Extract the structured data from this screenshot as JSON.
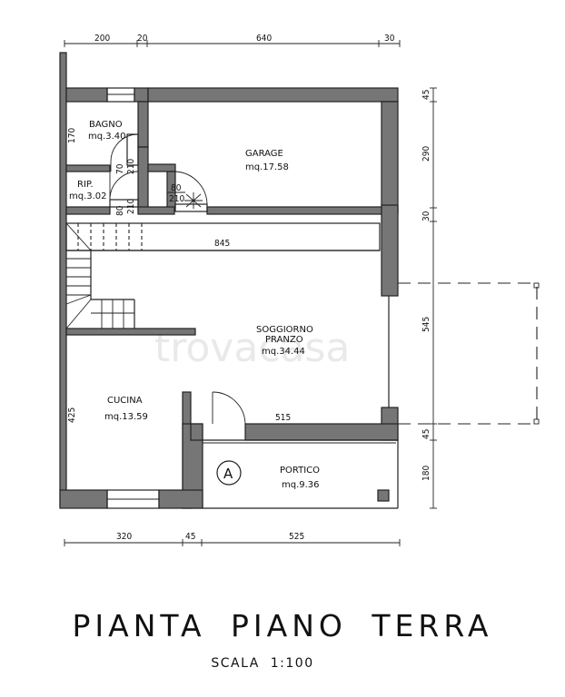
{
  "rooms": {
    "bagno": {
      "name": "BAGNO",
      "area": "mq.3.40"
    },
    "rip": {
      "name": "RIP.",
      "area": "mq.3.02"
    },
    "garage": {
      "name": "GARAGE",
      "area": "mq.17.58"
    },
    "soggiorno": {
      "name": "SOGGIORNO",
      "name2": "PRANZO",
      "area": "mq.34.44"
    },
    "cucina": {
      "name": "CUCINA",
      "area": "mq.13.59"
    },
    "portico": {
      "name": "PORTICO",
      "area": "mq.9.36"
    }
  },
  "dims_top": [
    "200",
    "20",
    "640",
    "30"
  ],
  "dims_bottom": [
    "320",
    "45",
    "525"
  ],
  "dims_right": [
    "45",
    "290",
    "30",
    "545",
    "45",
    "180"
  ],
  "dims_inner": {
    "w845": "845",
    "w515": "515",
    "h170": "170",
    "h425": "425",
    "d70": "70",
    "d210a": "210",
    "d80a": "80",
    "d210b": "210",
    "d80b": "80",
    "d210c": "210"
  },
  "entrance_marker": "A",
  "watermark": "trovacasa",
  "title": "PIANTA PIANO TERRA",
  "scale": "SCALA 1:100"
}
